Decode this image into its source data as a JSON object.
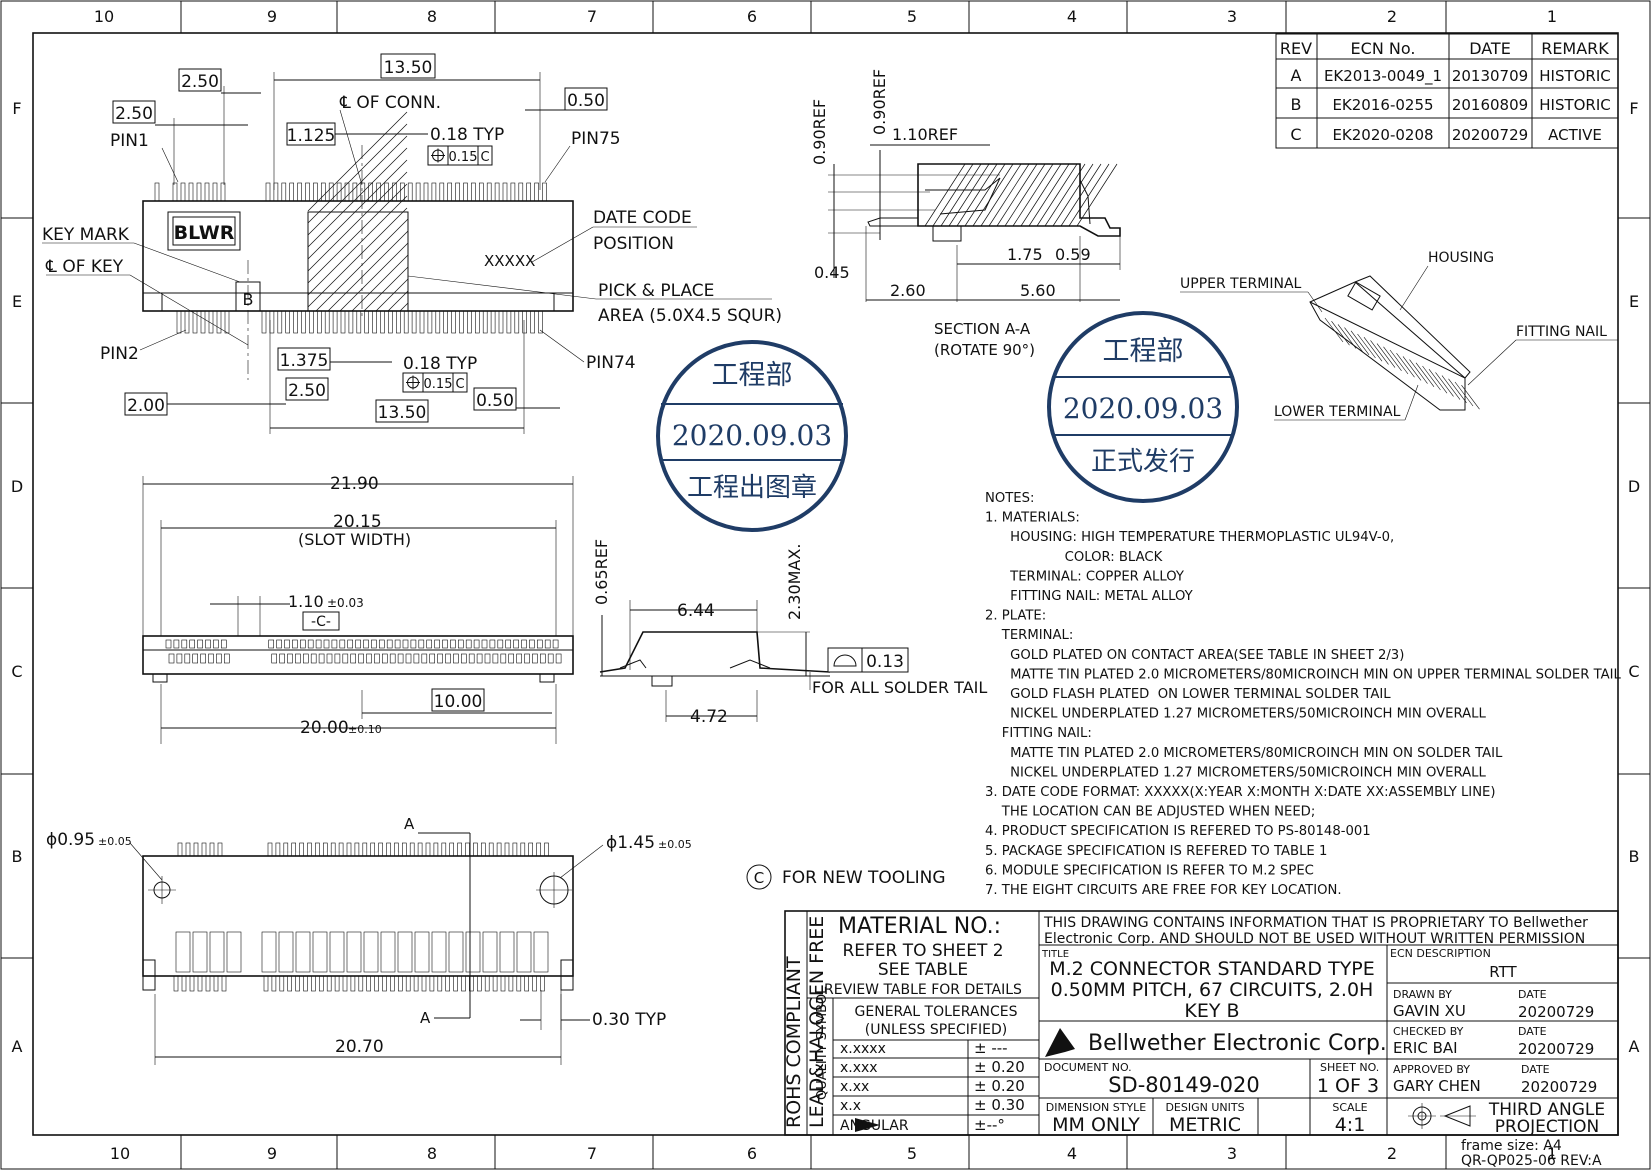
{
  "frame": {
    "top_cols": [
      "10",
      "9",
      "8",
      "7",
      "6",
      "5",
      "4",
      "3",
      "2",
      "1"
    ],
    "bottom_cols": [
      "10",
      "9",
      "8",
      "7",
      "6",
      "5",
      "4",
      "3",
      "2",
      "1"
    ],
    "rows": [
      "F",
      "E",
      "D",
      "C",
      "B",
      "A"
    ]
  },
  "revision_table": {
    "headers": [
      "REV",
      "ECN No.",
      "DATE",
      "REMARK"
    ],
    "rows": [
      [
        "A",
        "EK2013-0049_1",
        "20130709",
        "HISTORIC"
      ],
      [
        "B",
        "EK2016-0255",
        "20160809",
        "HISTORIC"
      ],
      [
        "C",
        "EK2020-0208",
        "20200729",
        "ACTIVE"
      ]
    ]
  },
  "top_view": {
    "dims": {
      "d13_50_top": "13.50",
      "d2_50_a": "2.50",
      "d2_50_b": "2.50",
      "d0_50_top": "0.50",
      "d1_125": "1.125",
      "d0_18_top": "0.18 TYP",
      "gt_top": "0.15",
      "d1_375": "1.375",
      "d0_18_bot": "0.18 TYP",
      "gt_bot": "0.15",
      "d2_00": "2.00",
      "d2_50_bot": "2.50",
      "d13_50_bot": "13.50",
      "d0_50_bot": "0.50",
      "datum_c": "C"
    },
    "labels": {
      "cl_conn": "℄ OF CONN.",
      "pin1": "PIN1",
      "pin75": "PIN75",
      "pin2": "PIN2",
      "pin74": "PIN74",
      "key_mark": "KEY MARK",
      "cl_key": "℄ OF KEY",
      "logo": "BLWR",
      "key_letter": "B",
      "date_code_1": "DATE CODE",
      "date_code_2": "POSITION",
      "xxxxx": "XXXXX",
      "pick_1": "PICK & PLACE",
      "pick_2": "AREA (5.0X4.5 SQUR)"
    }
  },
  "section": {
    "dims": {
      "d0_90ref_a": "0.90REF",
      "d0_90ref_b": "0.90REF",
      "d1_10ref": "1.10REF",
      "d0_45": "0.45",
      "d1_75": "1.75",
      "d0_59": "0.59",
      "d2_60": "2.60",
      "d5_60": "5.60"
    },
    "title_1": "SECTION A-A",
    "title_2": "(ROTATE 90°)"
  },
  "iso_view": {
    "housing": "HOUSING",
    "upper_terminal": "UPPER TERMINAL",
    "fitting_nail": "FITTING NAIL",
    "lower_terminal": "LOWER TERMINAL"
  },
  "stamps": {
    "left": {
      "top": "工程部",
      "date": "2020.09.03",
      "bottom": "工程出图章"
    },
    "right": {
      "top": "工程部",
      "date": "2020.09.03",
      "bottom": "正式发行"
    }
  },
  "front_view": {
    "d21_90": "21.90",
    "d20_15": "20.15",
    "slot_width": "(SLOT WIDTH)",
    "d1_10": "1.10",
    "tol_1_10": "±0.03",
    "datum": "-C-",
    "d10_00": "10.00",
    "d20_00": "20.00",
    "tol_20_00": "±0.10"
  },
  "side_view": {
    "d0_65ref": "0.65REF",
    "d2_30max": "2.30MAX.",
    "d6_44": "6.44",
    "d4_72": "4.72",
    "flatness": "0.13",
    "solder_note": "FOR ALL SOLDER TAIL"
  },
  "bottom_view": {
    "d0_95": "ϕ0.95",
    "tol_0_95": "±0.05",
    "d1_45": "ϕ1.45",
    "tol_1_45": "±0.05",
    "section_a": "A",
    "d0_30": "0.30 TYP",
    "d20_70": "20.70"
  },
  "tooling_note": {
    "symbol": "C",
    "text": "FOR NEW TOOLING"
  },
  "notes": [
    "NOTES:",
    "1. MATERIALS:",
    "      HOUSING: HIGH TEMPERATURE THERMOPLASTIC UL94V-0,",
    "                   COLOR: BLACK",
    "      TERMINAL: COPPER ALLOY",
    "      FITTING NAIL: METAL ALLOY",
    "2. PLATE:",
    "    TERMINAL:",
    "      GOLD PLATED ON CONTACT AREA(SEE TABLE IN SHEET 2/3)",
    "      MATTE TIN PLATED 2.0 MICROMETERS/80MICROINCH MIN ON UPPER TERMINAL SOLDER TAIL",
    "      GOLD FLASH PLATED  ON LOWER TERMINAL SOLDER TAIL",
    "      NICKEL UNDERPLATED 1.27 MICROMETERS/50MICROINCH MIN OVERALL",
    "    FITTING NAIL:",
    "      MATTE TIN PLATED 2.0 MICROMETERS/80MICROINCH MIN ON SOLDER TAIL",
    "      NICKEL UNDERPLATED 1.27 MICROMETERS/50MICROINCH MIN OVERALL",
    "3. DATE CODE FORMAT: XXXXX(X:YEAR X:MONTH X:DATE XX:ASSEMBLY LINE)",
    "    THE LOCATION CAN BE ADJUSTED WHEN NEED;",
    "4. PRODUCT SPECIFICATION IS REFERED TO PS-80148-001",
    "5. PACKAGE SPECIFICATION IS REFERED TO TABLE 1",
    "6. MODULE SPECIFICATION IS REFER TO M.2 SPEC",
    "7. THE EIGHT CIRCUITS ARE FREE FOR KEY LOCATION."
  ],
  "title_block": {
    "rohs": "ROHS COMPLIANT",
    "halogen": "LEAD&HALOGEN FREE",
    "quality": "QUALITY SYMBOL",
    "material_label": "MATERIAL NO.:",
    "material_1": "REFER TO SHEET 2",
    "material_2": "SEE TABLE",
    "review": "REVIEW TABLE FOR DETAILS",
    "gen_tol_1": "GENERAL TOLERANCES",
    "gen_tol_2": "(UNLESS SPECIFIED)",
    "tolerances": [
      {
        "fmt": "x.xxxx",
        "val": "± ---"
      },
      {
        "fmt": "x.xxx",
        "val": "± 0.20"
      },
      {
        "fmt": "x.xx",
        "val": "± 0.20"
      },
      {
        "fmt": "x.x",
        "val": "± 0.30"
      },
      {
        "fmt": "ANGULAR",
        "val": "±--°"
      }
    ],
    "proprietary_1": "THIS DRAWING CONTAINS INFORMATION THAT IS PROPRIETARY TO Bellwether",
    "proprietary_2": "Electronic Corp. AND SHOULD NOT BE USED WITHOUT WRITTEN PERMISSION",
    "title_label": "TITLE",
    "title_1": "M.2 CONNECTOR STANDARD TYPE",
    "title_2": "0.50MM PITCH, 67 CIRCUITS, 2.0H",
    "title_3": "KEY B",
    "ecn_desc_label": "ECN DESCRIPTION",
    "ecn_desc": "RTT",
    "company": "Bellwether  Electronic  Corp.",
    "drawn_by_label": "DRAWN BY",
    "drawn_by": "GAVIN XU",
    "drawn_date_label": "DATE",
    "drawn_date": "20200729",
    "checked_by_label": "CHECKED BY",
    "checked_by": "ERIC BAI",
    "checked_date_label": "DATE",
    "checked_date": "20200729",
    "approved_by_label": "APPROVED BY",
    "approved_by": "GARY CHEN",
    "approved_date_label": "DATE",
    "approved_date": "20200729",
    "doc_no_label": "DOCUMENT NO.",
    "doc_no": "SD-80149-020",
    "sheet_no_label": "SHEET NO.",
    "sheet_no": "1 OF 3",
    "dim_style_label": "DIMENSION STYLE",
    "dim_style": "MM ONLY",
    "design_units_label": "DESIGN UNITS",
    "design_units": "METRIC",
    "scale_label": "SCALE",
    "scale": "4:1",
    "projection_1": "THIRD ANGLE",
    "projection_2": "PROJECTION"
  },
  "footer": {
    "frame_size": "frame size: A4",
    "form_no": "QR-QP025-06 REV:A"
  }
}
